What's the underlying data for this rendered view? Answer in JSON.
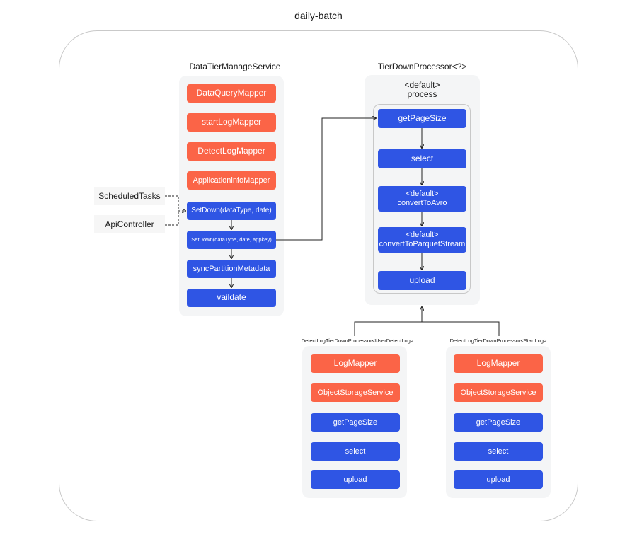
{
  "title": "daily-batch",
  "external": {
    "scheduled": "ScheduledTasks",
    "api": "ApiController"
  },
  "manage_service": {
    "title": "DataTierManageService",
    "mappers": [
      "DataQueryMapper",
      "startLogMapper",
      "DetectLogMapper",
      "ApplicationinfoMapper"
    ],
    "methods": [
      "SetDown(dataType, date)",
      "SetDown(dataType, date, appkey)",
      "syncPartitionMetadata",
      "vaildate"
    ]
  },
  "tier_processor": {
    "title": "TierDownProcessor<?>",
    "process_title_1": "<default>",
    "process_title_2": "process",
    "steps": [
      {
        "line1": "getPageSize",
        "line2": ""
      },
      {
        "line1": "select",
        "line2": ""
      },
      {
        "line1": "<default>",
        "line2": "convertToAvro"
      },
      {
        "line1": "<default>",
        "line2": "convertToParquetStream"
      },
      {
        "line1": "upload",
        "line2": ""
      }
    ]
  },
  "detect_processor": {
    "title": "DetectLogTierDownProcessor<UserDetectLog>",
    "items": [
      "LogMapper",
      "ObjectStorageService",
      "getPageSize",
      "select",
      "upload"
    ]
  },
  "start_processor": {
    "title": "DetectLogTierDownProcessor<StartLog>",
    "items": [
      "LogMapper",
      "ObjectStorageService",
      "getPageSize",
      "select",
      "upload"
    ]
  },
  "colors": {
    "orange": "#fb6447",
    "blue": "#2f55e4",
    "panel": "#f4f5f6"
  }
}
